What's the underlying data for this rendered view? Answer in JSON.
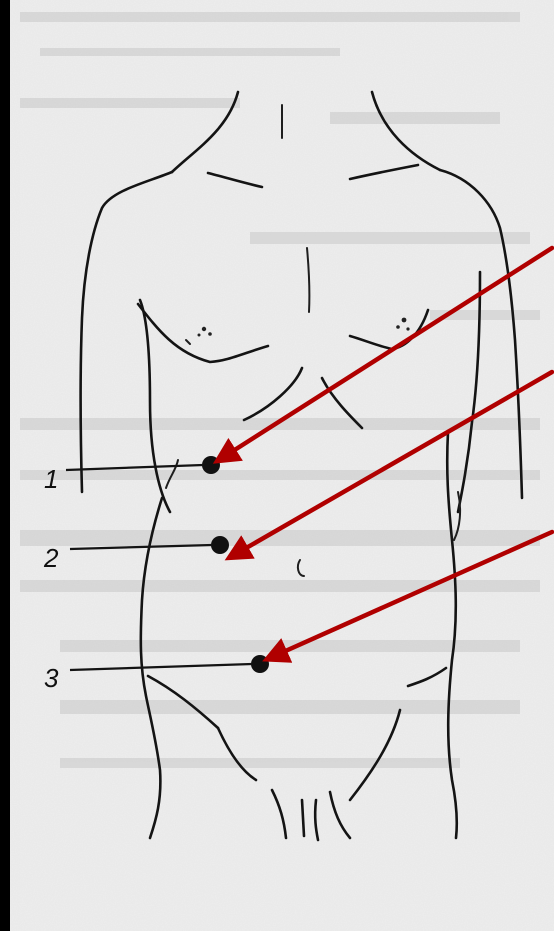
{
  "figure": {
    "points": [
      {
        "label": "1"
      },
      {
        "label": "2"
      },
      {
        "label": "3"
      }
    ],
    "arrow_color": "#b00000",
    "background_color": "#000000",
    "paper_color": "#eeeeee"
  }
}
